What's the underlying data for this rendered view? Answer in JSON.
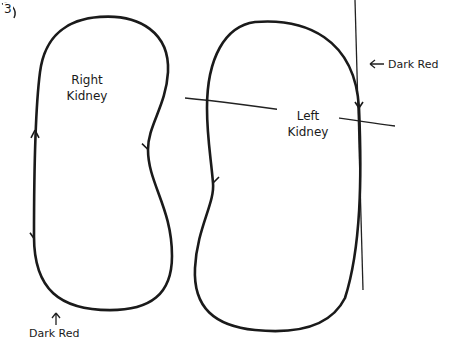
{
  "diagram": {
    "nodes": [
      {
        "text": [
          "Right Kidney"
        ]
      },
      {
        "text": [
          "Left Kidney"
        ]
      }
    ],
    "labels": [
      "3",
      "Dark Red",
      "Dark Red"
    ]
  }
}
